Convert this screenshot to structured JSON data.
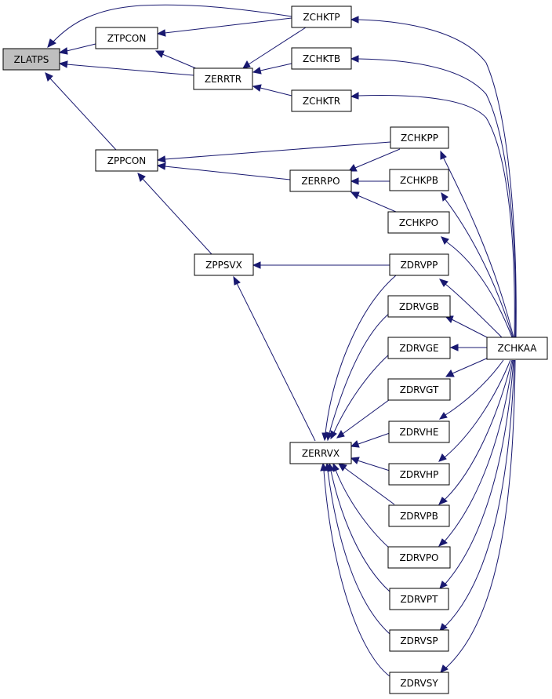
{
  "colors": {
    "edge": "#191970",
    "root_fill": "#bfbfbf",
    "node_fill": "#ffffff",
    "border": "#000000"
  },
  "nodes": {
    "zlatps": "ZLATPS",
    "ztpcon": "ZTPCON",
    "zchktp": "ZCHKTP",
    "zerrtr": "ZERRTR",
    "zchktb": "ZCHKTB",
    "zchktr": "ZCHKTR",
    "zppcon": "ZPPCON",
    "zchkpp": "ZCHKPP",
    "zerrpo": "ZERRPO",
    "zchkpb": "ZCHKPB",
    "zchkpo": "ZCHKPO",
    "zppsvx": "ZPPSVX",
    "zdrvpp": "ZDRVPP",
    "zdrvgb": "ZDRVGB",
    "zdrvge": "ZDRVGE",
    "zchkaa": "ZCHKAA",
    "zdrvgt": "ZDRVGT",
    "zdrvhe": "ZDRVHE",
    "zerrvx": "ZERRVX",
    "zdrvhp": "ZDRVHP",
    "zdrvpb": "ZDRVPB",
    "zdrvpo": "ZDRVPO",
    "zdrvpt": "ZDRVPT",
    "zdrvsp": "ZDRVSP",
    "zdrvsy": "ZDRVSY"
  }
}
